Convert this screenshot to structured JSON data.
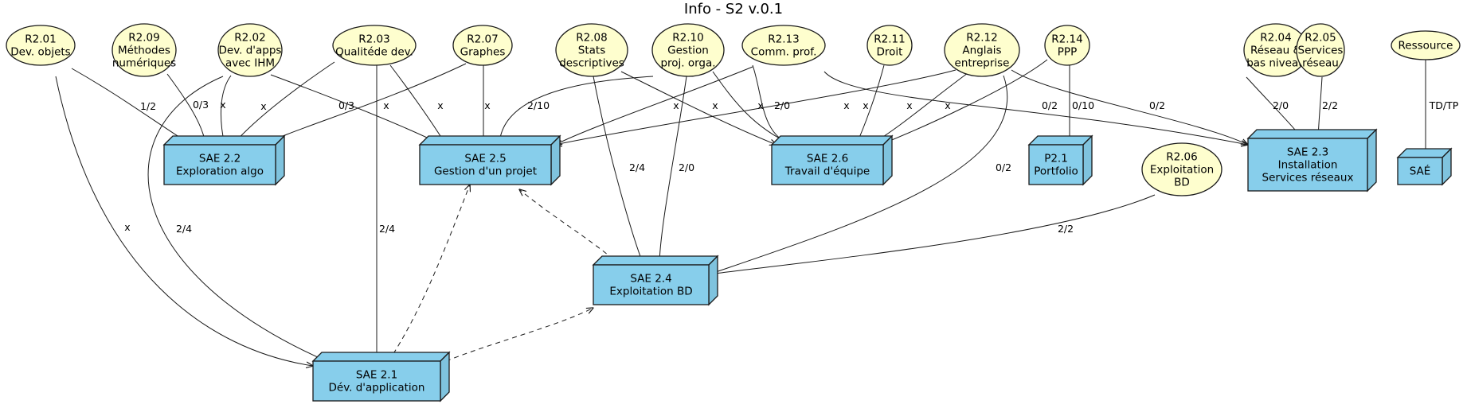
{
  "title": "Info - S2 v.0.1",
  "resources": [
    {
      "id": "r201",
      "lines": [
        "R2.01",
        "Dev. objets"
      ]
    },
    {
      "id": "r209",
      "lines": [
        "R2.09",
        "Méthodes",
        "numériques"
      ]
    },
    {
      "id": "r202",
      "lines": [
        "R2.02",
        "Dev. d'apps",
        "avec IHM"
      ]
    },
    {
      "id": "r203",
      "lines": [
        "R2.03",
        "Qualitéde dev."
      ]
    },
    {
      "id": "r207",
      "lines": [
        "R2.07",
        "Graphes"
      ]
    },
    {
      "id": "r208",
      "lines": [
        "R2.08",
        "Stats",
        "descriptives"
      ]
    },
    {
      "id": "r210",
      "lines": [
        "R2.10",
        "Gestion",
        "proj. orga."
      ]
    },
    {
      "id": "r213",
      "lines": [
        "R2.13",
        "Comm. prof."
      ]
    },
    {
      "id": "r211",
      "lines": [
        "R2.11",
        "Droit"
      ]
    },
    {
      "id": "r212",
      "lines": [
        "R2.12",
        "Anglais",
        "entreprise"
      ]
    },
    {
      "id": "r214",
      "lines": [
        "R2.14",
        "PPP"
      ]
    },
    {
      "id": "r204",
      "lines": [
        "R2.04",
        "Réseau &",
        "bas niveau"
      ]
    },
    {
      "id": "r205",
      "lines": [
        "R2.05",
        "Services",
        "réseau"
      ]
    },
    {
      "id": "ressource",
      "lines": [
        "Ressource"
      ]
    },
    {
      "id": "r206",
      "lines": [
        "R2.06",
        "Exploitation",
        "BD"
      ]
    }
  ],
  "saes": [
    {
      "id": "sae22",
      "lines": [
        "SAE 2.2",
        "Exploration algo"
      ]
    },
    {
      "id": "sae25",
      "lines": [
        "SAE 2.5",
        "Gestion d'un projet"
      ]
    },
    {
      "id": "sae26",
      "lines": [
        "SAE 2.6",
        "Travail d'équipe"
      ]
    },
    {
      "id": "p21",
      "lines": [
        "P2.1",
        "Portfolio"
      ]
    },
    {
      "id": "sae23",
      "lines": [
        "SAE 2.3",
        "Installation",
        "Services réseaux"
      ]
    },
    {
      "id": "sae",
      "lines": [
        "SAÉ"
      ]
    },
    {
      "id": "sae24",
      "lines": [
        "SAE 2.4",
        "Exploitation BD"
      ]
    },
    {
      "id": "sae21",
      "lines": [
        "SAE 2.1",
        "Dév. d'application"
      ]
    }
  ],
  "edges": [
    {
      "from": "r201",
      "to": "sae22",
      "label": "1/2"
    },
    {
      "from": "r209",
      "to": "sae22",
      "label": "0/3"
    },
    {
      "from": "r202",
      "to": "sae22",
      "label": "x"
    },
    {
      "from": "r203",
      "to": "sae22",
      "label": "x"
    },
    {
      "from": "r207",
      "to": "sae22",
      "label": "0/3"
    },
    {
      "from": "r202",
      "to": "sae25",
      "label": "x"
    },
    {
      "from": "r203",
      "to": "sae25",
      "label": "x"
    },
    {
      "from": "r207",
      "to": "sae25",
      "label": "x"
    },
    {
      "from": "r210",
      "to": "sae25",
      "label": "2/10"
    },
    {
      "from": "r213",
      "to": "sae25",
      "label": "x"
    },
    {
      "from": "r212",
      "to": "sae25",
      "label": "x"
    },
    {
      "from": "r208",
      "to": "sae26",
      "label": "x"
    },
    {
      "from": "r210",
      "to": "sae26",
      "label": "x"
    },
    {
      "from": "r213",
      "to": "sae26",
      "label": "2/0"
    },
    {
      "from": "r211",
      "to": "sae26",
      "label": "x"
    },
    {
      "from": "r212",
      "to": "sae26",
      "label": "x"
    },
    {
      "from": "r214",
      "to": "sae26",
      "label": "x"
    },
    {
      "from": "r213",
      "to": "sae23",
      "label": "0/2"
    },
    {
      "from": "r212",
      "to": "sae23",
      "label": "0/2"
    },
    {
      "from": "r204",
      "to": "sae23",
      "label": "2/0"
    },
    {
      "from": "r205",
      "to": "sae23",
      "label": "2/2"
    },
    {
      "from": "r214",
      "to": "p21",
      "label": "0/10"
    },
    {
      "from": "ressource",
      "to": "sae",
      "label": "TD/TP"
    },
    {
      "from": "r208",
      "to": "sae24",
      "label": "2/4"
    },
    {
      "from": "r210",
      "to": "sae24",
      "label": "2/0"
    },
    {
      "from": "r212",
      "to": "sae24",
      "label": "0/2"
    },
    {
      "from": "r206",
      "to": "sae24",
      "label": "2/2"
    },
    {
      "from": "r201",
      "to": "sae21",
      "label": "x"
    },
    {
      "from": "r209",
      "to": "sae21",
      "label": "2/4"
    },
    {
      "from": "r203",
      "to": "sae21",
      "label": "2/4"
    },
    {
      "from": "sae21",
      "to": "sae25",
      "label": ""
    },
    {
      "from": "sae21",
      "to": "sae24",
      "label": ""
    },
    {
      "from": "sae24",
      "to": "sae25",
      "label": ""
    }
  ]
}
